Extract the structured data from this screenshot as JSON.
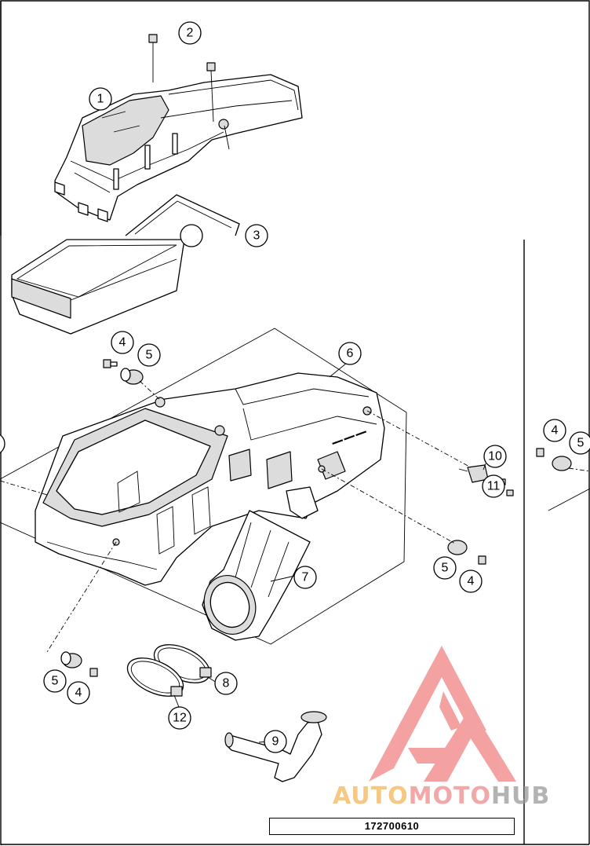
{
  "drawing_number": "172700610",
  "callouts": [
    "1",
    "2",
    "3",
    "4",
    "5",
    "6",
    "7",
    "8",
    "9",
    "10",
    "11",
    "12"
  ],
  "watermark": {
    "part1": "AUTO",
    "part2": "MOTO",
    "part3": "HUB",
    "colors": {
      "auto": "#f2b65a",
      "moto": "#ef8b8b",
      "hub": "#9a9a9a",
      "logo": "#ef7a7a"
    }
  }
}
